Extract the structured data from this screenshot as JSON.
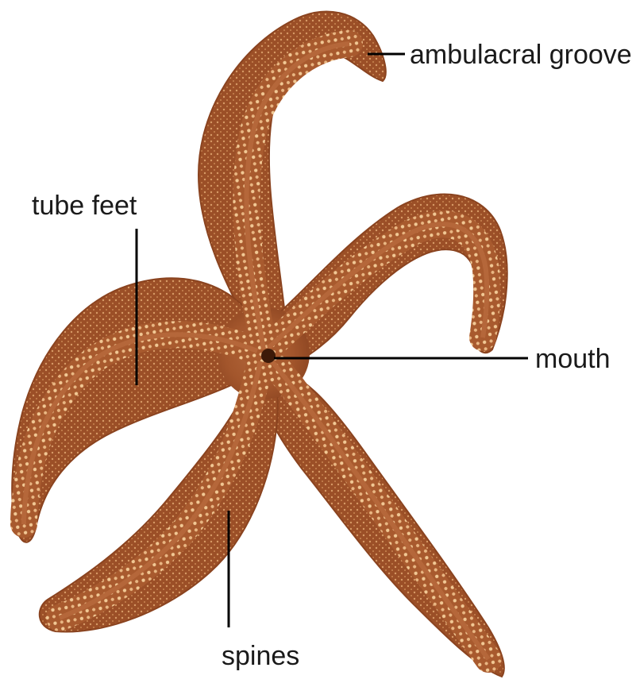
{
  "diagram": {
    "subject": "starfish oral side",
    "labels": {
      "ambulacral_groove": "ambulacral groove",
      "tube_feet": "tube feet",
      "mouth": "mouth",
      "spines": "spines"
    },
    "colors": {
      "background": "#ffffff",
      "body": "#a3562c",
      "body_dark": "#7d3e1c",
      "groove": "#e7b27a",
      "tube_feet": "#f1c894",
      "label": "#1a1a1a",
      "leader": "#000000"
    }
  }
}
